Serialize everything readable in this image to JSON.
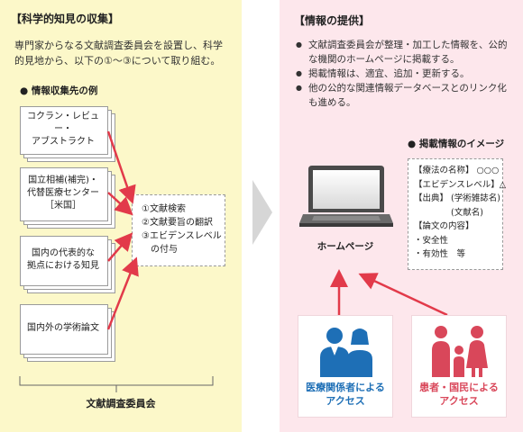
{
  "left": {
    "heading": "【科学的知見の収集】",
    "intro_line1": "専門家からなる文献調査委員会を設置し、科学",
    "intro_line2": "的見地から、以下の①～③について取り組む。",
    "sources_title": "●  情報収集先の例",
    "sources": [
      "コクラン・レビュー・\nアブストラクト",
      "国立相補(補完)・\n代替医療センター\n［米国］",
      "国内の代表的な\n拠点における知見",
      "国内外の学術論文"
    ],
    "tasks": [
      "①文献検索",
      "②文献要旨の翻訳",
      "③エビデンスレベル",
      "　の付与"
    ],
    "committee_label": "文献調査委員会"
  },
  "right": {
    "heading": "【情報の提供】",
    "bullets": [
      "文献調査委員会が整理・加工した情報を、公的な機関のホームページに掲載する。",
      "掲載情報は、適宜、追加・更新する。",
      "他の公的な関連情報データベースとのリンク化も進める。"
    ],
    "image_title": "●  掲載情報のイメージ",
    "info_lines": [
      "【療法の名称】 ○○○",
      "【エビデンスレベル】△",
      "【出典】 (学術雑誌名)",
      "　　　　 (文献名)",
      "【論文の内容】",
      "・安全性",
      "・有効性　等"
    ],
    "homepage_label": "ホームページ",
    "access_medical": "医療関係者による\nアクセス",
    "access_patients": "患者・国民による\nアクセス"
  },
  "colors": {
    "left_bg": "#fcf8c9",
    "right_bg": "#fde7ec",
    "arrow_red": "#e23a4a",
    "medical_blue": "#1e6fb6",
    "patient_red": "#d9475a",
    "chevron_gray": "#d6d6d6"
  }
}
